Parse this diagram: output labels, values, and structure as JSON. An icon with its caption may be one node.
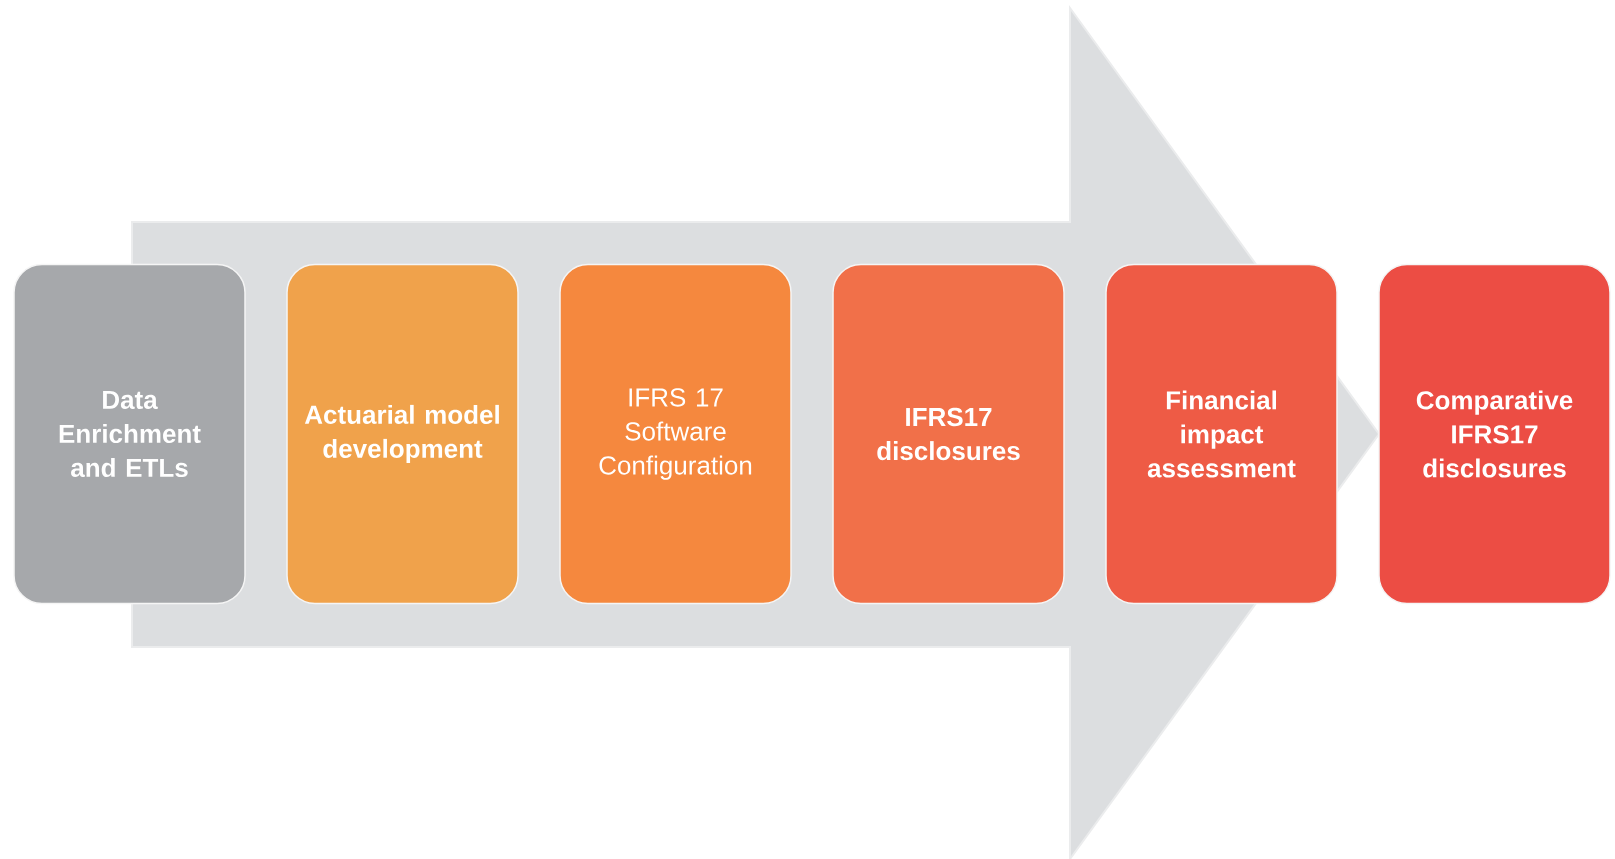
{
  "diagram": {
    "nodes": [
      {
        "text": [
          "Data Enrichment and ETLs"
        ]
      },
      {
        "text": [
          "Actuarial model development"
        ]
      },
      {
        "text": [
          "IFRS 17 Software Configuration"
        ]
      },
      {
        "text": [
          "IFRS17 disclosures"
        ]
      },
      {
        "text": [
          "Financial impact assessment"
        ]
      },
      {
        "text": [
          "Comparative IFRS17 disclosures"
        ]
      }
    ],
    "edges": [
      {
        "from": 0,
        "to": 5,
        "arrow": "to"
      }
    ]
  }
}
